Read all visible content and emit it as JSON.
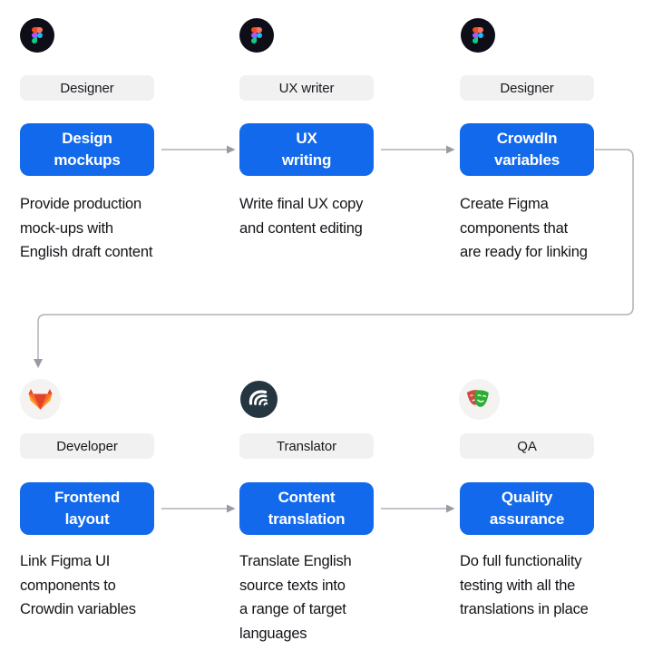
{
  "palette": {
    "button_bg": "#1269ec",
    "button_text": "#ffffff",
    "pill_bg": "#f1f1f2",
    "pill_text": "#18191e",
    "desc_text": "#131419",
    "connector": "#b0b0b8",
    "connector_arrow": "#9a9aa2",
    "page_bg": "#ffffff",
    "figma_circle": "#0d0e17",
    "figma_red": "#f24e1e",
    "figma_salmon": "#ff7262",
    "figma_purple": "#a259ff",
    "figma_blue": "#1abcfe",
    "figma_green": "#0acf83",
    "gitlab_red": "#e24329",
    "gitlab_orange": "#fc6d26",
    "gitlab_yellow": "#fca326",
    "crowdin_circle": "#243640",
    "playwright_green": "#2ead33",
    "playwright_red": "#cf4b3f"
  },
  "steps": [
    {
      "tool": "figma",
      "role": "Designer",
      "button": "Design\nmockups",
      "description": "Provide production\nmock-ups with\nEnglish draft content"
    },
    {
      "tool": "figma",
      "role": "UX writer",
      "button": "UX\nwriting",
      "description": "Write final UX copy\nand content editing"
    },
    {
      "tool": "figma",
      "role": "Designer",
      "button": "CrowdIn\nvariables",
      "description": "Create Figma\ncomponents that\nare ready for linking"
    },
    {
      "tool": "gitlab",
      "role": "Developer",
      "button": "Frontend\nlayout",
      "description": "Link Figma UI\ncomponents to\nCrowdin variables"
    },
    {
      "tool": "crowdin",
      "role": "Translator",
      "button": "Content\ntranslation",
      "description": "Translate English\nsource texts into\na range of target\nlanguages"
    },
    {
      "tool": "playwright",
      "role": "QA",
      "button": "Quality\nassurance",
      "description": "Do full functionality\ntesting with all the\ntranslations in place"
    }
  ]
}
